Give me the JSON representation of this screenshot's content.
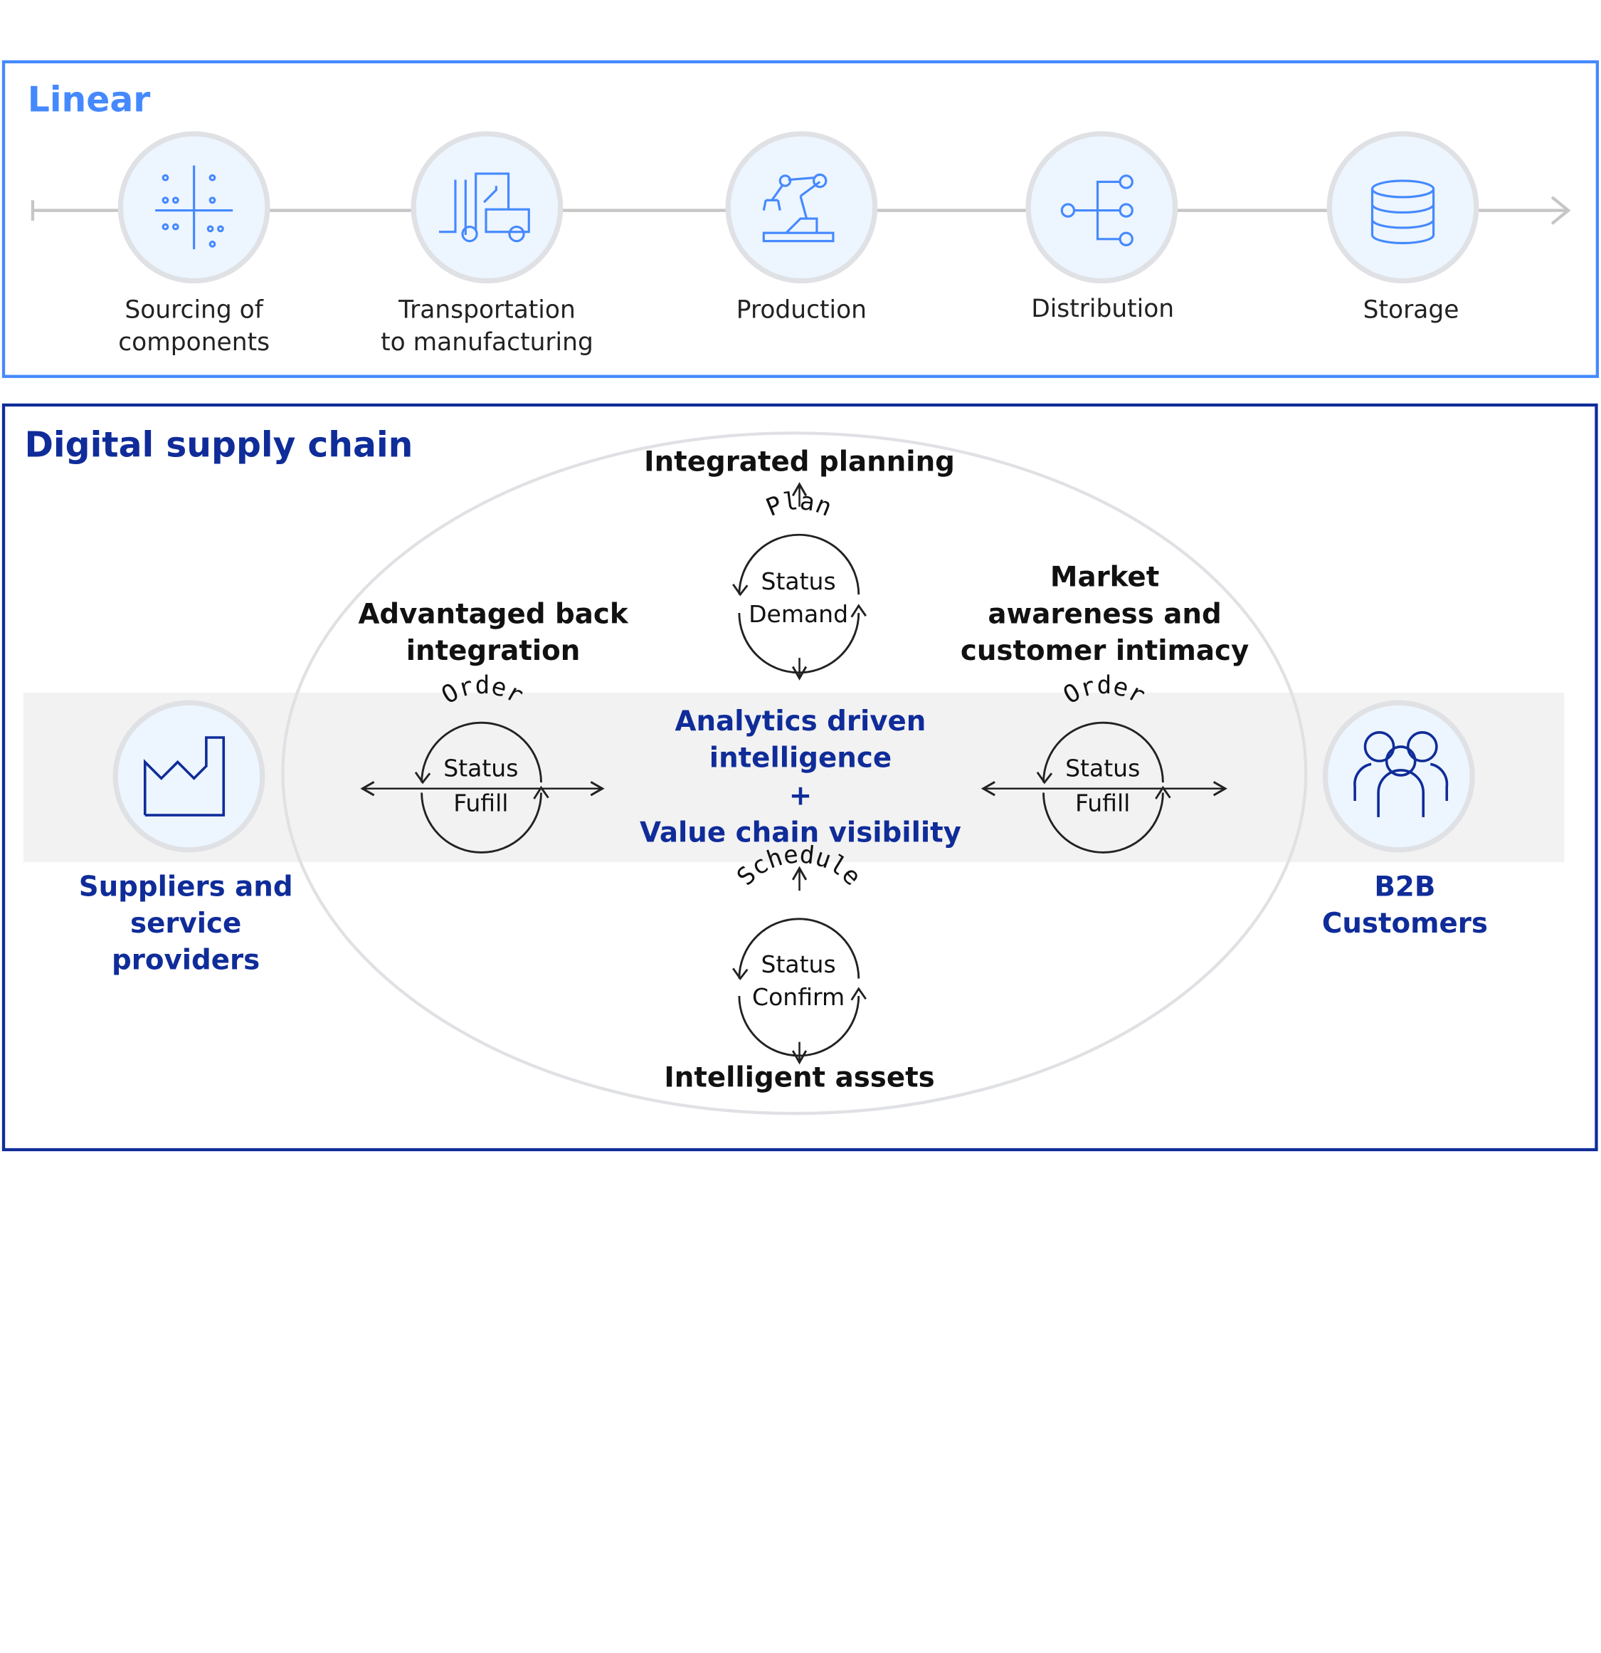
{
  "linear": {
    "title": "Linear",
    "steps": [
      {
        "label": "Sourcing of\ncomponents",
        "icon": "scatter-grid-icon"
      },
      {
        "label": "Transportation\nto manufacturing",
        "icon": "forklift-icon"
      },
      {
        "label": "Production",
        "icon": "robot-arm-icon"
      },
      {
        "label": "Distribution",
        "icon": "network-branch-icon"
      },
      {
        "label": "Storage",
        "icon": "database-icon"
      }
    ]
  },
  "digital": {
    "title": "Digital supply chain",
    "integrated_planning": "Integrated planning",
    "intelligent_assets": "Intelligent assets",
    "advantaged_back": "Advantaged back\nintegration",
    "market_awareness": "Market\nawareness and\ncustomer intimacy",
    "center_line1": "Analytics driven\nintelligence",
    "center_plus": "+",
    "center_line2": "Value chain visibility",
    "suppliers": "Suppliers and\nservice\nproviders",
    "customers": "B2B\nCustomers",
    "suppliers_icon": "factory-icon",
    "customers_icon": "group-of-people-icon",
    "cycles": {
      "plan": {
        "arc": "Plan",
        "line1": "Status",
        "line2": "Demand"
      },
      "schedule": {
        "arc": "Schedule",
        "line1": "Status",
        "line2": "Confirm"
      },
      "order_left": {
        "arc": "Order",
        "line1": "Status",
        "line2": "Fufill"
      },
      "order_right": {
        "arc": "Order",
        "line1": "Status",
        "line2": "Fufill"
      }
    }
  },
  "colors": {
    "linear_accent": "#4589ff",
    "digital_accent": "#0f2c99",
    "icon_fill": "#edf5ff",
    "ring": "#dfe1e4",
    "band": "#f2f2f2"
  }
}
